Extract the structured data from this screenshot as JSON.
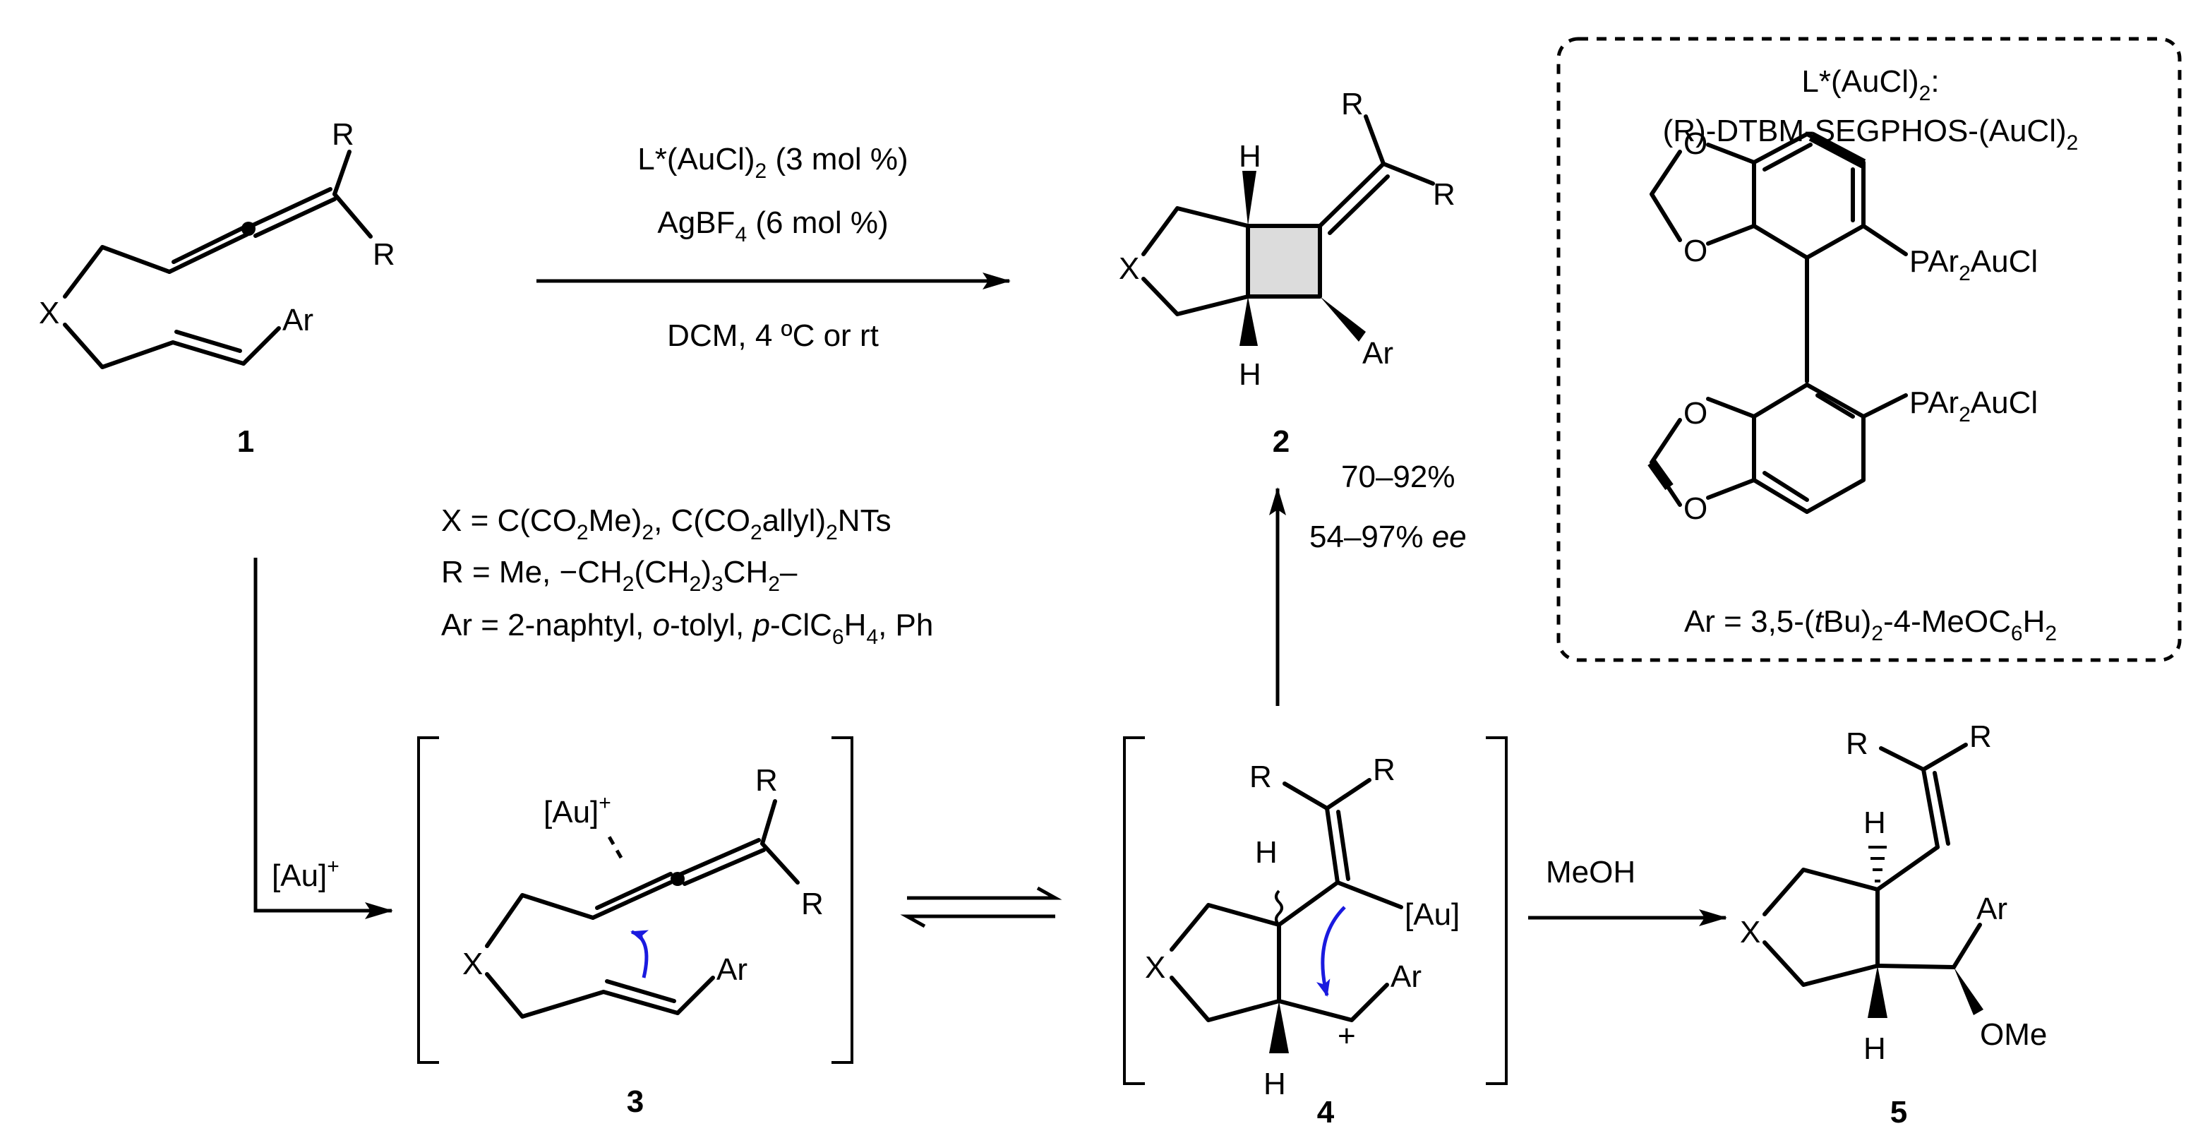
{
  "compounds": {
    "c1": {
      "label": "1",
      "X": "X",
      "Ar": "Ar",
      "R_top": "R",
      "R_bottom": "R"
    },
    "c2": {
      "label": "2",
      "X": "X",
      "Ar": "Ar",
      "R_top": "R",
      "R_right": "R",
      "H_top": "H",
      "H_bottom": "H"
    },
    "c3": {
      "label": "3",
      "X": "X",
      "Ar": "Ar",
      "R_top": "R",
      "R_bottom": "R",
      "Au": "[Au]",
      "Au_charge": "+"
    },
    "c4": {
      "label": "4",
      "X": "X",
      "Ar": "Ar",
      "R_left": "R",
      "R_right": "R",
      "H_top": "H",
      "H_bottom": "H",
      "Au": "[Au]",
      "plus": "+"
    },
    "c5": {
      "label": "5",
      "X": "X",
      "Ar": "Ar",
      "R_left": "R",
      "R_right": "R",
      "H_top": "H",
      "H_bottom": "H",
      "OMe": "OMe"
    }
  },
  "conditions": {
    "line1_pre": "L*(AuCl)",
    "line1_sub": "2",
    "line1_post": " (3 mol %)",
    "line2_pre": "AgBF",
    "line2_sub": "4",
    "line2_post": " (6 mol %)",
    "line3": "DCM, 4 ºC or rt"
  },
  "yield": {
    "line1": "70–92%",
    "line2_pre": "54–97% ",
    "line2_italic": "ee"
  },
  "step_au": {
    "pre": "[Au]",
    "sup": "+"
  },
  "step_meoh": "MeOH",
  "substituents": {
    "x_line": {
      "a": "X = C(CO",
      "a_sub": "2",
      "b": "Me)",
      "b_sub": "2",
      "c": ", C(CO",
      "c_sub": "2",
      "d": "allyl)",
      "d_sub": "2",
      "e": "NTs"
    },
    "r_line": {
      "a": "R = Me, −CH",
      "a_sub": "2",
      "b": "(CH",
      "b_sub": "2",
      "c": ")",
      "c_sub": "3",
      "d": "CH",
      "d_sub": "2",
      "e": "–"
    },
    "ar_line": {
      "a": "Ar = 2-naphtyl, ",
      "b": "o",
      "c": "-tolyl, ",
      "d": "p",
      "e": "-ClC",
      "e_sub": "6",
      "f": "H",
      "f_sub": "4",
      "g": ", Ph"
    }
  },
  "catalyst_box": {
    "title_pre": "L*(AuCl)",
    "title_sub": "2",
    "title_post": ":",
    "name_pre": "(R)-DTBM-SEGPHOS-(AuCl)",
    "name_sub": "2",
    "p_pre": "PAr",
    "p_sub": "2",
    "p_post": "AuCl",
    "O": "O",
    "ar_pre": "Ar = 3,5-(",
    "ar_italic": "t",
    "ar_mid": "Bu)",
    "ar_sub1": "2",
    "ar_mid2": "-4-MeOC",
    "ar_sub2": "6",
    "ar_mid3": "H",
    "ar_sub3": "2"
  }
}
